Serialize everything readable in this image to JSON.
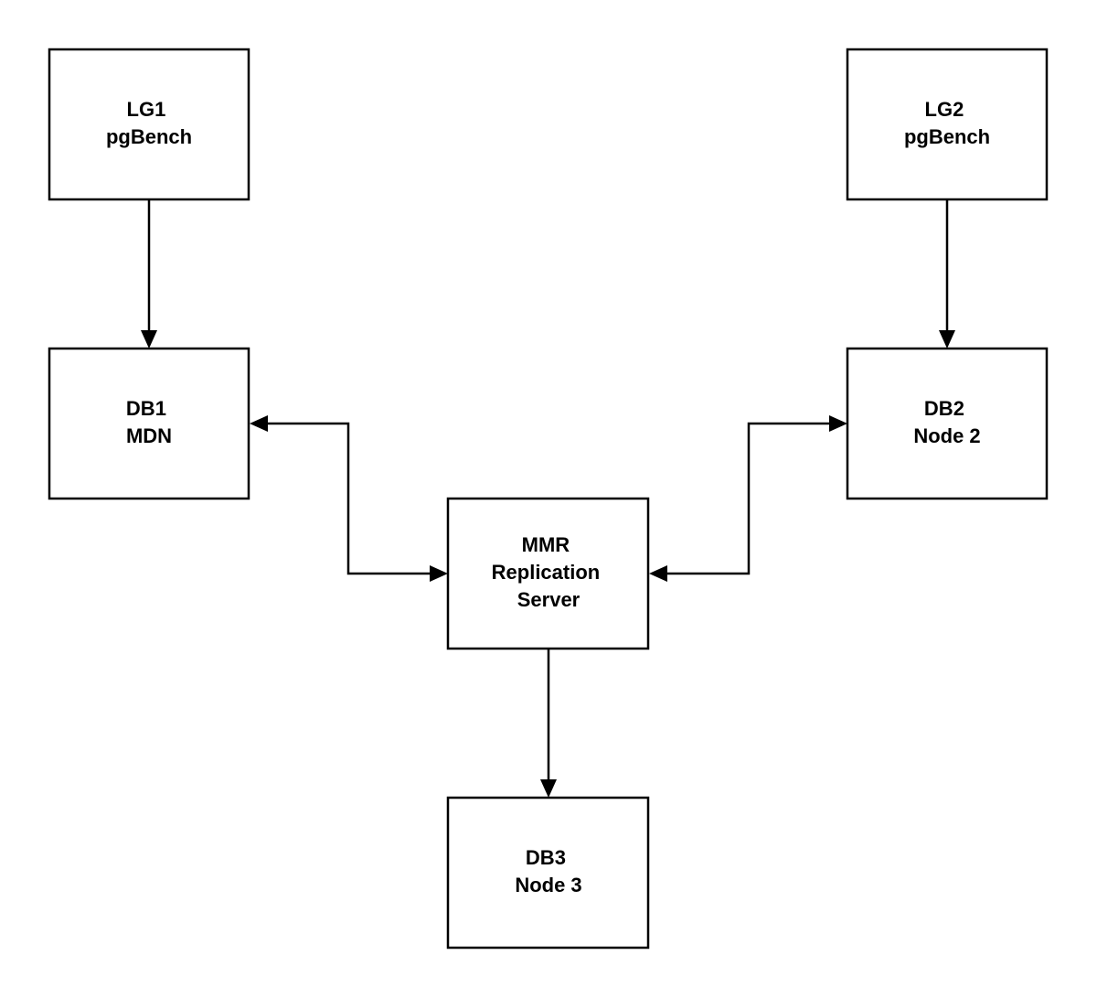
{
  "nodes": {
    "lg1": {
      "line1": "LG1",
      "line2": "pgBench"
    },
    "lg2": {
      "line1": "LG2",
      "line2": "pgBench"
    },
    "db1": {
      "line1": "DB1",
      "line2": "MDN"
    },
    "db2": {
      "line1": "DB2",
      "line2": "Node 2"
    },
    "mmr": {
      "line1": "MMR",
      "line2": "Replication",
      "line3": "Server"
    },
    "db3": {
      "line1": "DB3",
      "line2": "Node 3"
    }
  },
  "edges": [
    {
      "from": "lg1",
      "to": "db1",
      "direction": "one-way"
    },
    {
      "from": "lg2",
      "to": "db2",
      "direction": "one-way"
    },
    {
      "from": "db1",
      "to": "mmr",
      "direction": "two-way"
    },
    {
      "from": "db2",
      "to": "mmr",
      "direction": "two-way"
    },
    {
      "from": "mmr",
      "to": "db3",
      "direction": "one-way"
    }
  ]
}
